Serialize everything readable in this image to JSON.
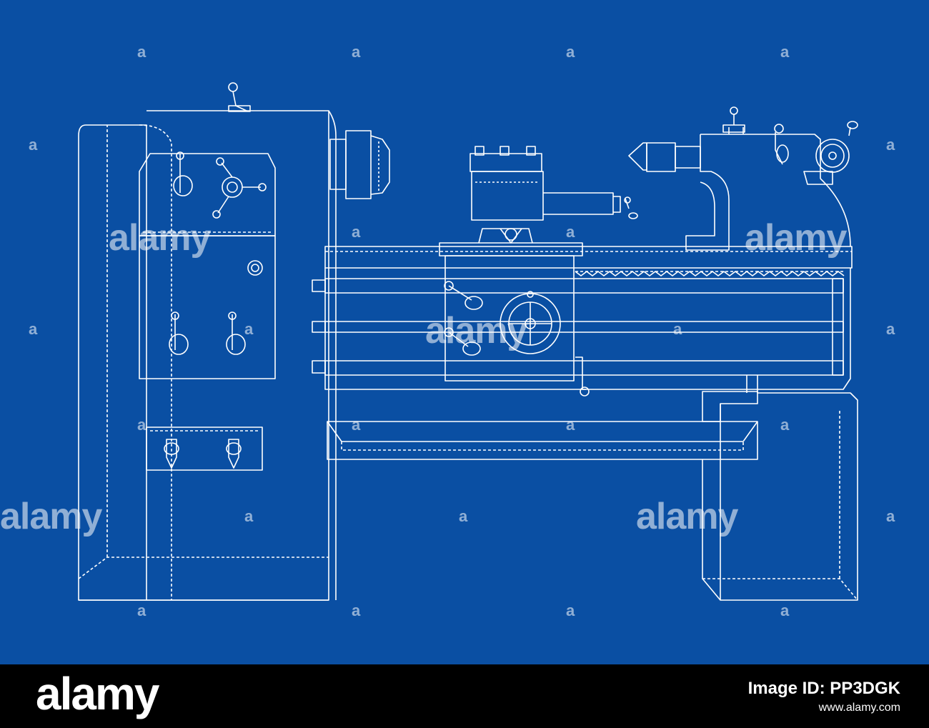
{
  "colors": {
    "background": "#0a4fa3",
    "line": "#ffffff",
    "footer": "#000000"
  },
  "watermark": {
    "logo": "alamy",
    "letter": "a"
  },
  "footer": {
    "logo": "alamy",
    "image_id": "Image ID: PP3DGK",
    "site": "www.alamy.com"
  },
  "diagram": {
    "subject": "wireframe-lathe-machine"
  }
}
